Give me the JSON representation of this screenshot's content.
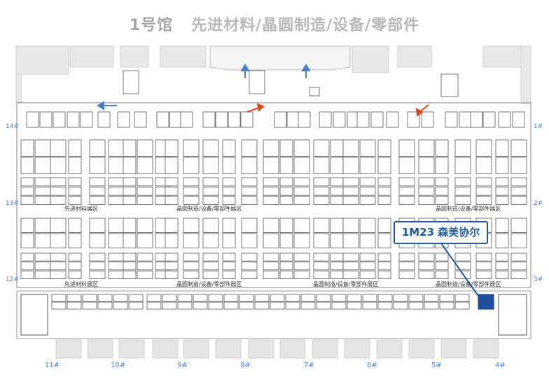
{
  "title": {
    "hall": "1号馆",
    "category": "先进材料/晶圆制造/设备/零部件"
  },
  "zones": {
    "advanced_materials": "先进材料展区",
    "wafer_equipment": "晶圆制造/设备/零部件展区"
  },
  "highlight": {
    "booth": "1M23",
    "company": "森美协尔",
    "label": "1M23 森美协尔"
  },
  "side_labels_left": [
    "14",
    "13",
    "12"
  ],
  "side_labels_right": [
    "1",
    "2",
    "3"
  ],
  "bottom_labels": [
    "11",
    "10",
    "9",
    "8",
    "7",
    "6",
    "5",
    "4"
  ],
  "colors": {
    "accent": "#1d5aa3",
    "highlight_booth": "#1f4e9e",
    "entrance_arrow": "#4a7fd0",
    "exit_arrow": "#e0471a",
    "booth_border": "#555555",
    "gray_area": "#e5e5e5"
  }
}
